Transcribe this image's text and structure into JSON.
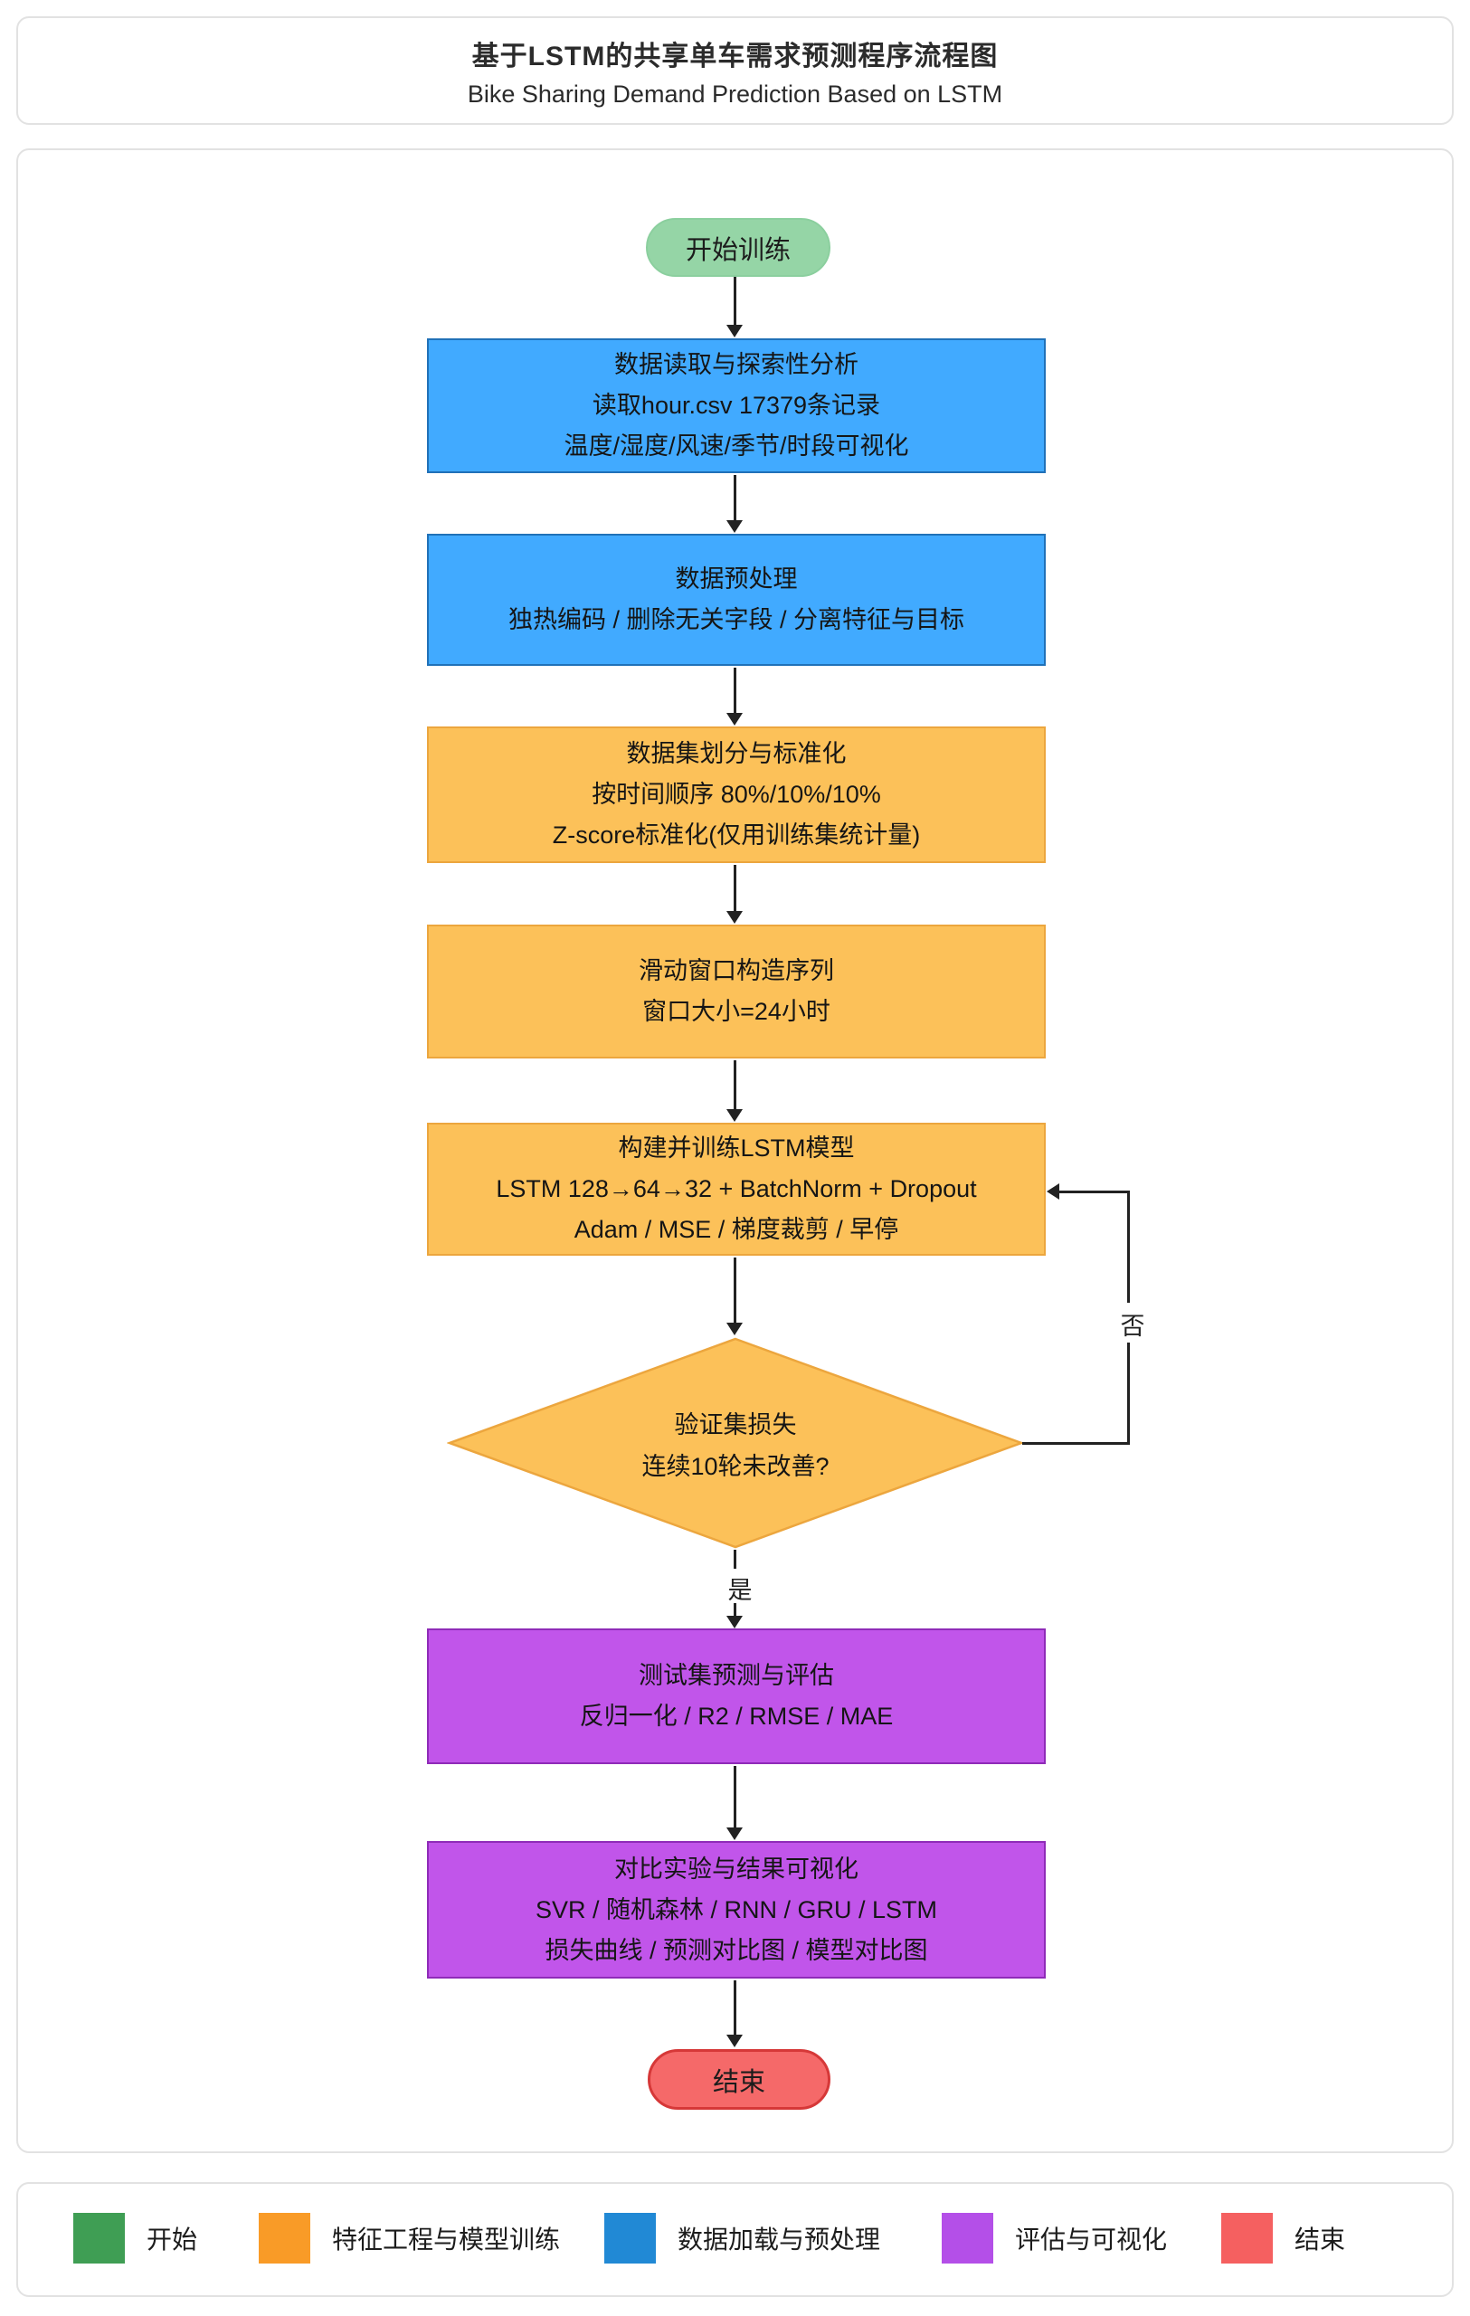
{
  "header": {
    "title_cn": "基于LSTM的共享单车需求预测程序流程图",
    "title_en": "Bike Sharing Demand Prediction Based on LSTM"
  },
  "flow": {
    "start_label": "开始训练",
    "steps": [
      {
        "id": "data-eda",
        "type": "process-blue",
        "lines": [
          "数据读取与探索性分析",
          "读取hour.csv 17379条记录",
          "温度/湿度/风速/季节/时段可视化"
        ]
      },
      {
        "id": "preprocess",
        "type": "process-blue",
        "lines": [
          "数据预处理",
          "独热编码 / 删除无关字段 / 分离特征与目标"
        ]
      },
      {
        "id": "split-standardize",
        "type": "process-orange",
        "lines": [
          "数据集划分与标准化",
          "按时间顺序 80%/10%/10%",
          "Z-score标准化(仅用训练集统计量)"
        ]
      },
      {
        "id": "sliding-window",
        "type": "process-orange",
        "lines": [
          "滑动窗口构造序列",
          "窗口大小=24小时"
        ]
      },
      {
        "id": "build-train-lstm",
        "type": "process-orange",
        "lines": [
          "构建并训练LSTM模型",
          "LSTM 128→64→32 + BatchNorm + Dropout",
          "Adam / MSE / 梯度裁剪 / 早停"
        ]
      }
    ],
    "decision": {
      "lines": [
        "验证集损失",
        "连续10轮未改善?"
      ],
      "no_label": "否",
      "yes_label": "是"
    },
    "post_steps": [
      {
        "id": "test-evaluate",
        "type": "process-purple",
        "lines": [
          "测试集预测与评估",
          "反归一化 / R2 / RMSE / MAE"
        ]
      },
      {
        "id": "compare-visualize",
        "type": "process-purple",
        "lines": [
          "对比实验与结果可视化",
          "SVR / 随机森林 / RNN / GRU / LSTM",
          "损失曲线 / 预测对比图 / 模型对比图"
        ]
      }
    ],
    "end_label": "结束"
  },
  "legend": {
    "items": [
      {
        "label": "开始",
        "color": "#3f9e54"
      },
      {
        "label": "特征工程与模型训练",
        "color": "#f99b27"
      },
      {
        "label": "数据加载与预处理",
        "color": "#2189d5"
      },
      {
        "label": "评估与可视化",
        "color": "#b44fe8"
      },
      {
        "label": "结束",
        "color": "#f56060"
      }
    ]
  },
  "colors": {
    "start_node": "#95d5a6",
    "data_node": "#41aaff",
    "feature_node": "#fcc159",
    "eval_node": "#c155ea",
    "end_node": "#f56969",
    "connector": "#222222"
  }
}
